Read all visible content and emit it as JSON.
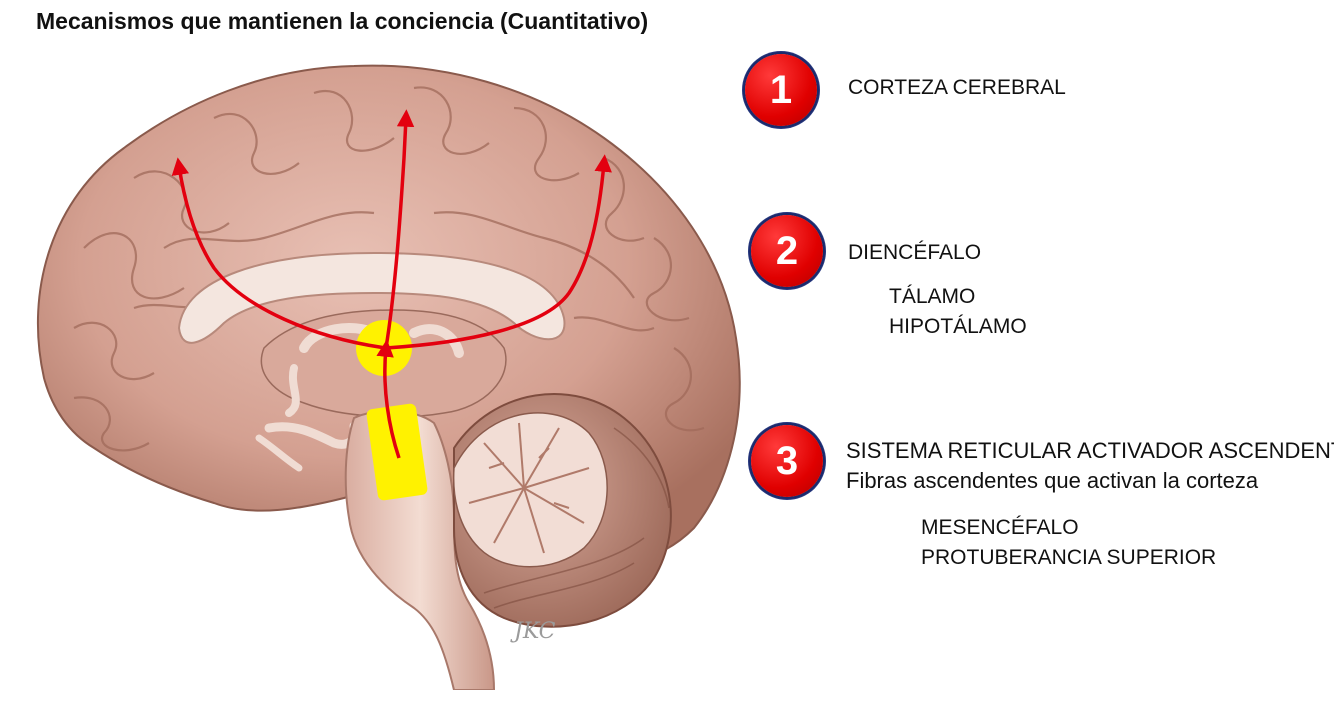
{
  "title": "Mecanismos que mantienen la conciencia (Cuantitativo)",
  "colors": {
    "badge": "#e00000",
    "arrow": "#e3000f",
    "highlight": "#fff200",
    "brain": "#d9a89c"
  },
  "legend": [
    {
      "number": "1",
      "heading": "CORTEZA CEREBRAL"
    },
    {
      "number": "2",
      "heading": "DIENCÉFALO",
      "sub": [
        "TÁLAMO",
        "HIPOTÁLAMO"
      ]
    },
    {
      "number": "3",
      "heading": "SISTEMA RETICULAR ACTIVADOR ASCENDENTE",
      "description": "Fibras ascendentes que activan la corteza",
      "sub": [
        "MESENCÉFALO",
        "PROTUBERANCIA SUPERIOR"
      ]
    }
  ],
  "illustration": {
    "subject": "sagittal-brain-section",
    "arrows": 4,
    "signature": "JKC"
  }
}
